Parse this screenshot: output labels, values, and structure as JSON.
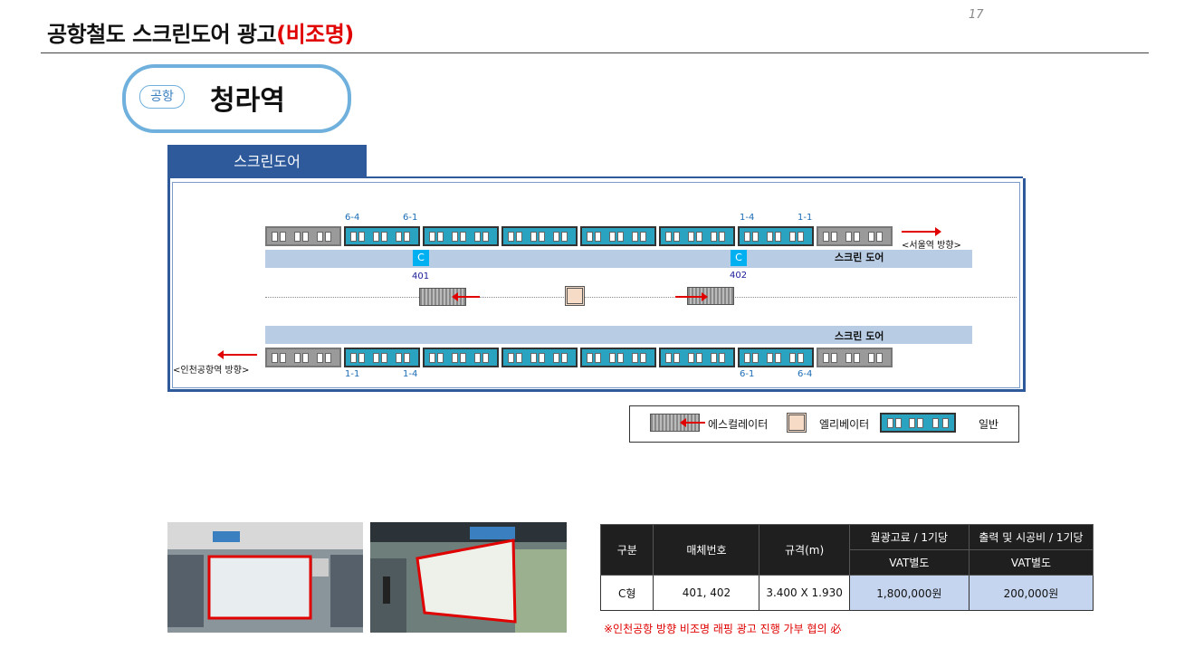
{
  "header": {
    "title_main": "공항철도 스크린도어 광고",
    "title_highlight": "(비조명)",
    "page_number": "17"
  },
  "station": {
    "line_badge": "공항",
    "name": "청라역"
  },
  "diagram": {
    "tab_label": "스크린도어",
    "top_door_labels": [
      "6-4",
      "6-1",
      "1-4",
      "1-1"
    ],
    "bottom_door_labels": [
      "1-1",
      "1-4",
      "6-1",
      "6-4"
    ],
    "screen_door_label_top": "스크린 도어",
    "screen_door_label_bottom": "스크린 도어",
    "ad_markers": [
      {
        "letter": "C",
        "number": "401"
      },
      {
        "letter": "C",
        "number": "402"
      }
    ],
    "direction_top": "<서울역 방향>",
    "direction_bottom": "<인천공항역 방향>"
  },
  "legend": {
    "escalator": "에스컬레이터",
    "elevator": "엘리베이터",
    "normal": "일반"
  },
  "spec_table": {
    "headers": [
      "구분",
      "매체번호",
      "규격(m)",
      "월광고료 / 1기당",
      "출력 및 시공비 / 1기당"
    ],
    "subheaders": [
      "VAT별도",
      "VAT별도"
    ],
    "row": [
      "C형",
      "401, 402",
      "3.400 X 1.930",
      "1,800,000원",
      "200,000원"
    ]
  },
  "note": "※인천공항 방향 비조명 래핑 광고 진행 가부 협의 必",
  "colors": {
    "accent_red": "#e00000",
    "train_blue": "#2aa3c0",
    "frame_blue": "#2e5a9c",
    "platform": "#b8cce4"
  }
}
